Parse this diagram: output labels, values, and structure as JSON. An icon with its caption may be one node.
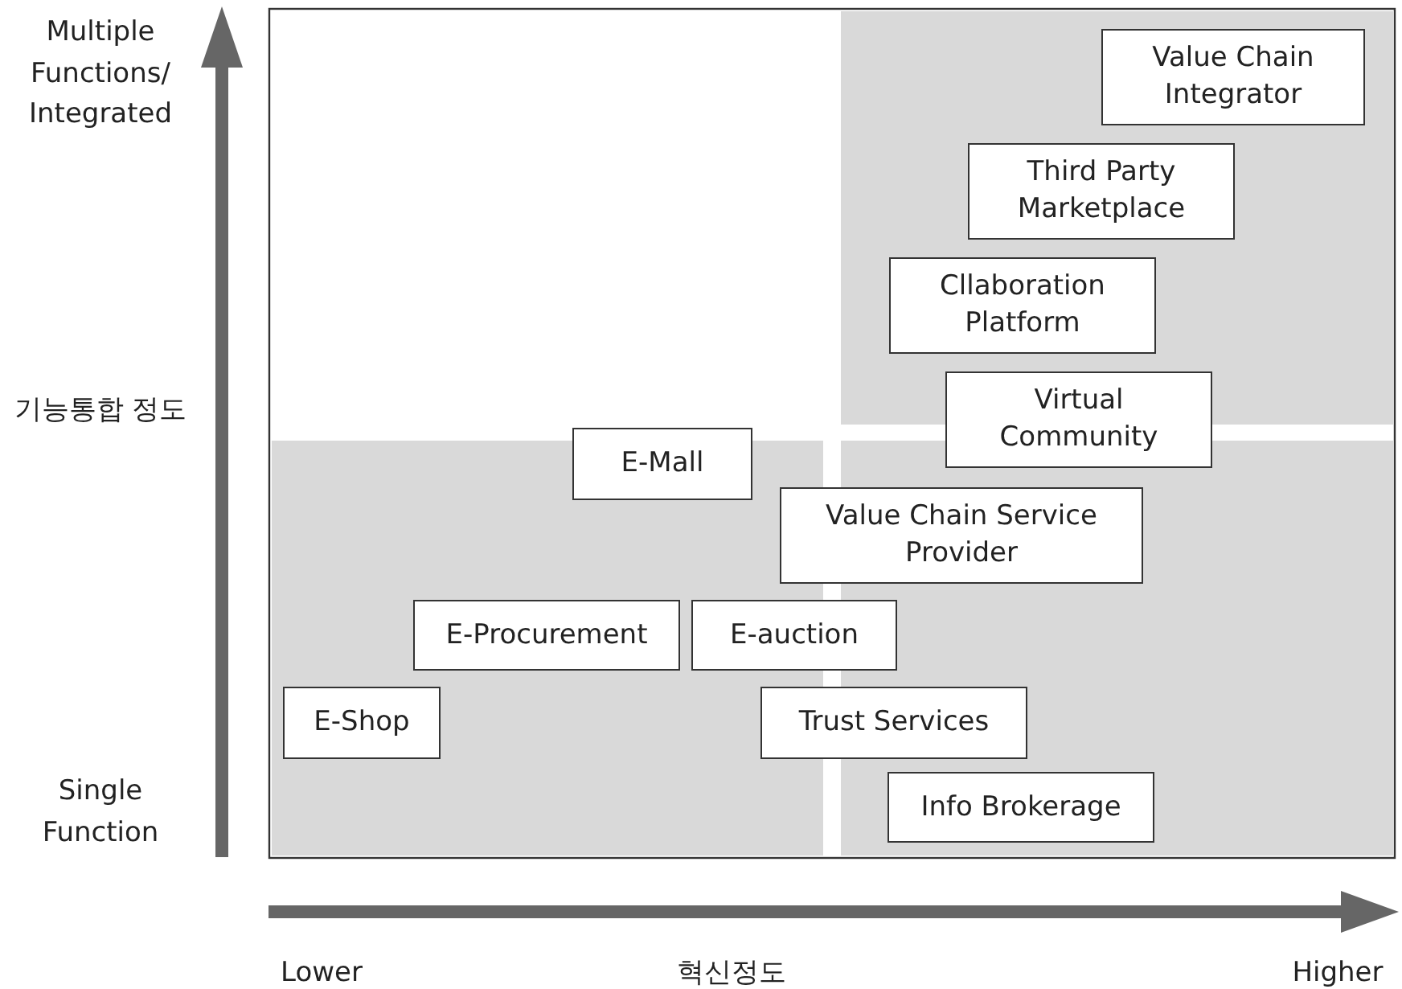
{
  "diagram": {
    "nodes": [
      {
        "text": [
          "Value Chain Integrator"
        ]
      },
      {
        "text": [
          "Third Party Marketplace"
        ]
      },
      {
        "text": [
          "Cllaboration Platform"
        ]
      },
      {
        "text": [
          "Virtual Community"
        ]
      },
      {
        "text": [
          "E-Mall"
        ]
      },
      {
        "text": [
          "Value Chain Service Provider"
        ]
      },
      {
        "text": [
          "E-Procurement"
        ]
      },
      {
        "text": [
          "E-auction"
        ]
      },
      {
        "text": [
          "E-Shop"
        ]
      },
      {
        "text": [
          "Trust Services"
        ]
      },
      {
        "text": [
          "Info Brokerage"
        ]
      }
    ],
    "labels": [
      "Multiple Functions/ Integrated",
      "기능통합 정도",
      "Single Function",
      "Lower",
      "혁신정도",
      "Higher"
    ]
  }
}
